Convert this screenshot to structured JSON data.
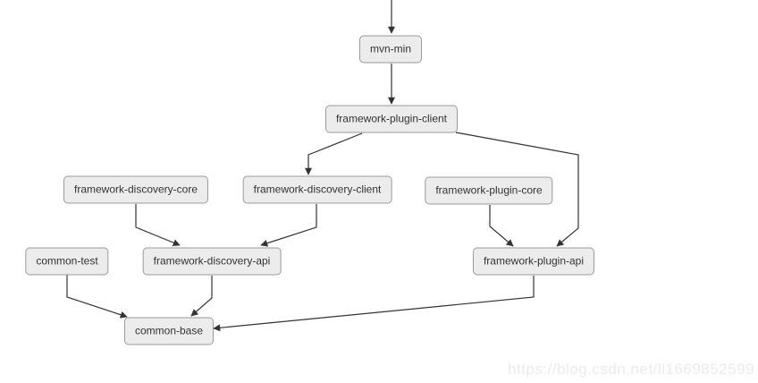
{
  "diagram": {
    "type": "dependency-graph",
    "nodes": [
      {
        "id": "mvn-min",
        "label": "mvn-min"
      },
      {
        "id": "framework-plugin-client",
        "label": "framework-plugin-client"
      },
      {
        "id": "framework-discovery-core",
        "label": "framework-discovery-core"
      },
      {
        "id": "framework-discovery-client",
        "label": "framework-discovery-client"
      },
      {
        "id": "framework-plugin-core",
        "label": "framework-plugin-core"
      },
      {
        "id": "common-test",
        "label": "common-test"
      },
      {
        "id": "framework-discovery-api",
        "label": "framework-discovery-api"
      },
      {
        "id": "framework-plugin-api",
        "label": "framework-plugin-api"
      },
      {
        "id": "common-base",
        "label": "common-base"
      }
    ],
    "edges": [
      {
        "from": "(offscreen-top)",
        "to": "mvn-min"
      },
      {
        "from": "mvn-min",
        "to": "framework-plugin-client"
      },
      {
        "from": "framework-plugin-client",
        "to": "framework-discovery-client"
      },
      {
        "from": "framework-plugin-client",
        "to": "framework-plugin-api"
      },
      {
        "from": "framework-discovery-core",
        "to": "framework-discovery-api"
      },
      {
        "from": "framework-discovery-client",
        "to": "framework-discovery-api"
      },
      {
        "from": "framework-plugin-core",
        "to": "framework-plugin-api"
      },
      {
        "from": "common-test",
        "to": "common-base"
      },
      {
        "from": "framework-discovery-api",
        "to": "common-base"
      },
      {
        "from": "framework-plugin-api",
        "to": "common-base"
      }
    ]
  },
  "watermark": "https://blog.csdn.net/li1669852599",
  "colors": {
    "node_fill": "#ececec",
    "node_border": "#999999",
    "edge": "#333333",
    "text": "#333333",
    "watermark": "#ebebeb"
  }
}
